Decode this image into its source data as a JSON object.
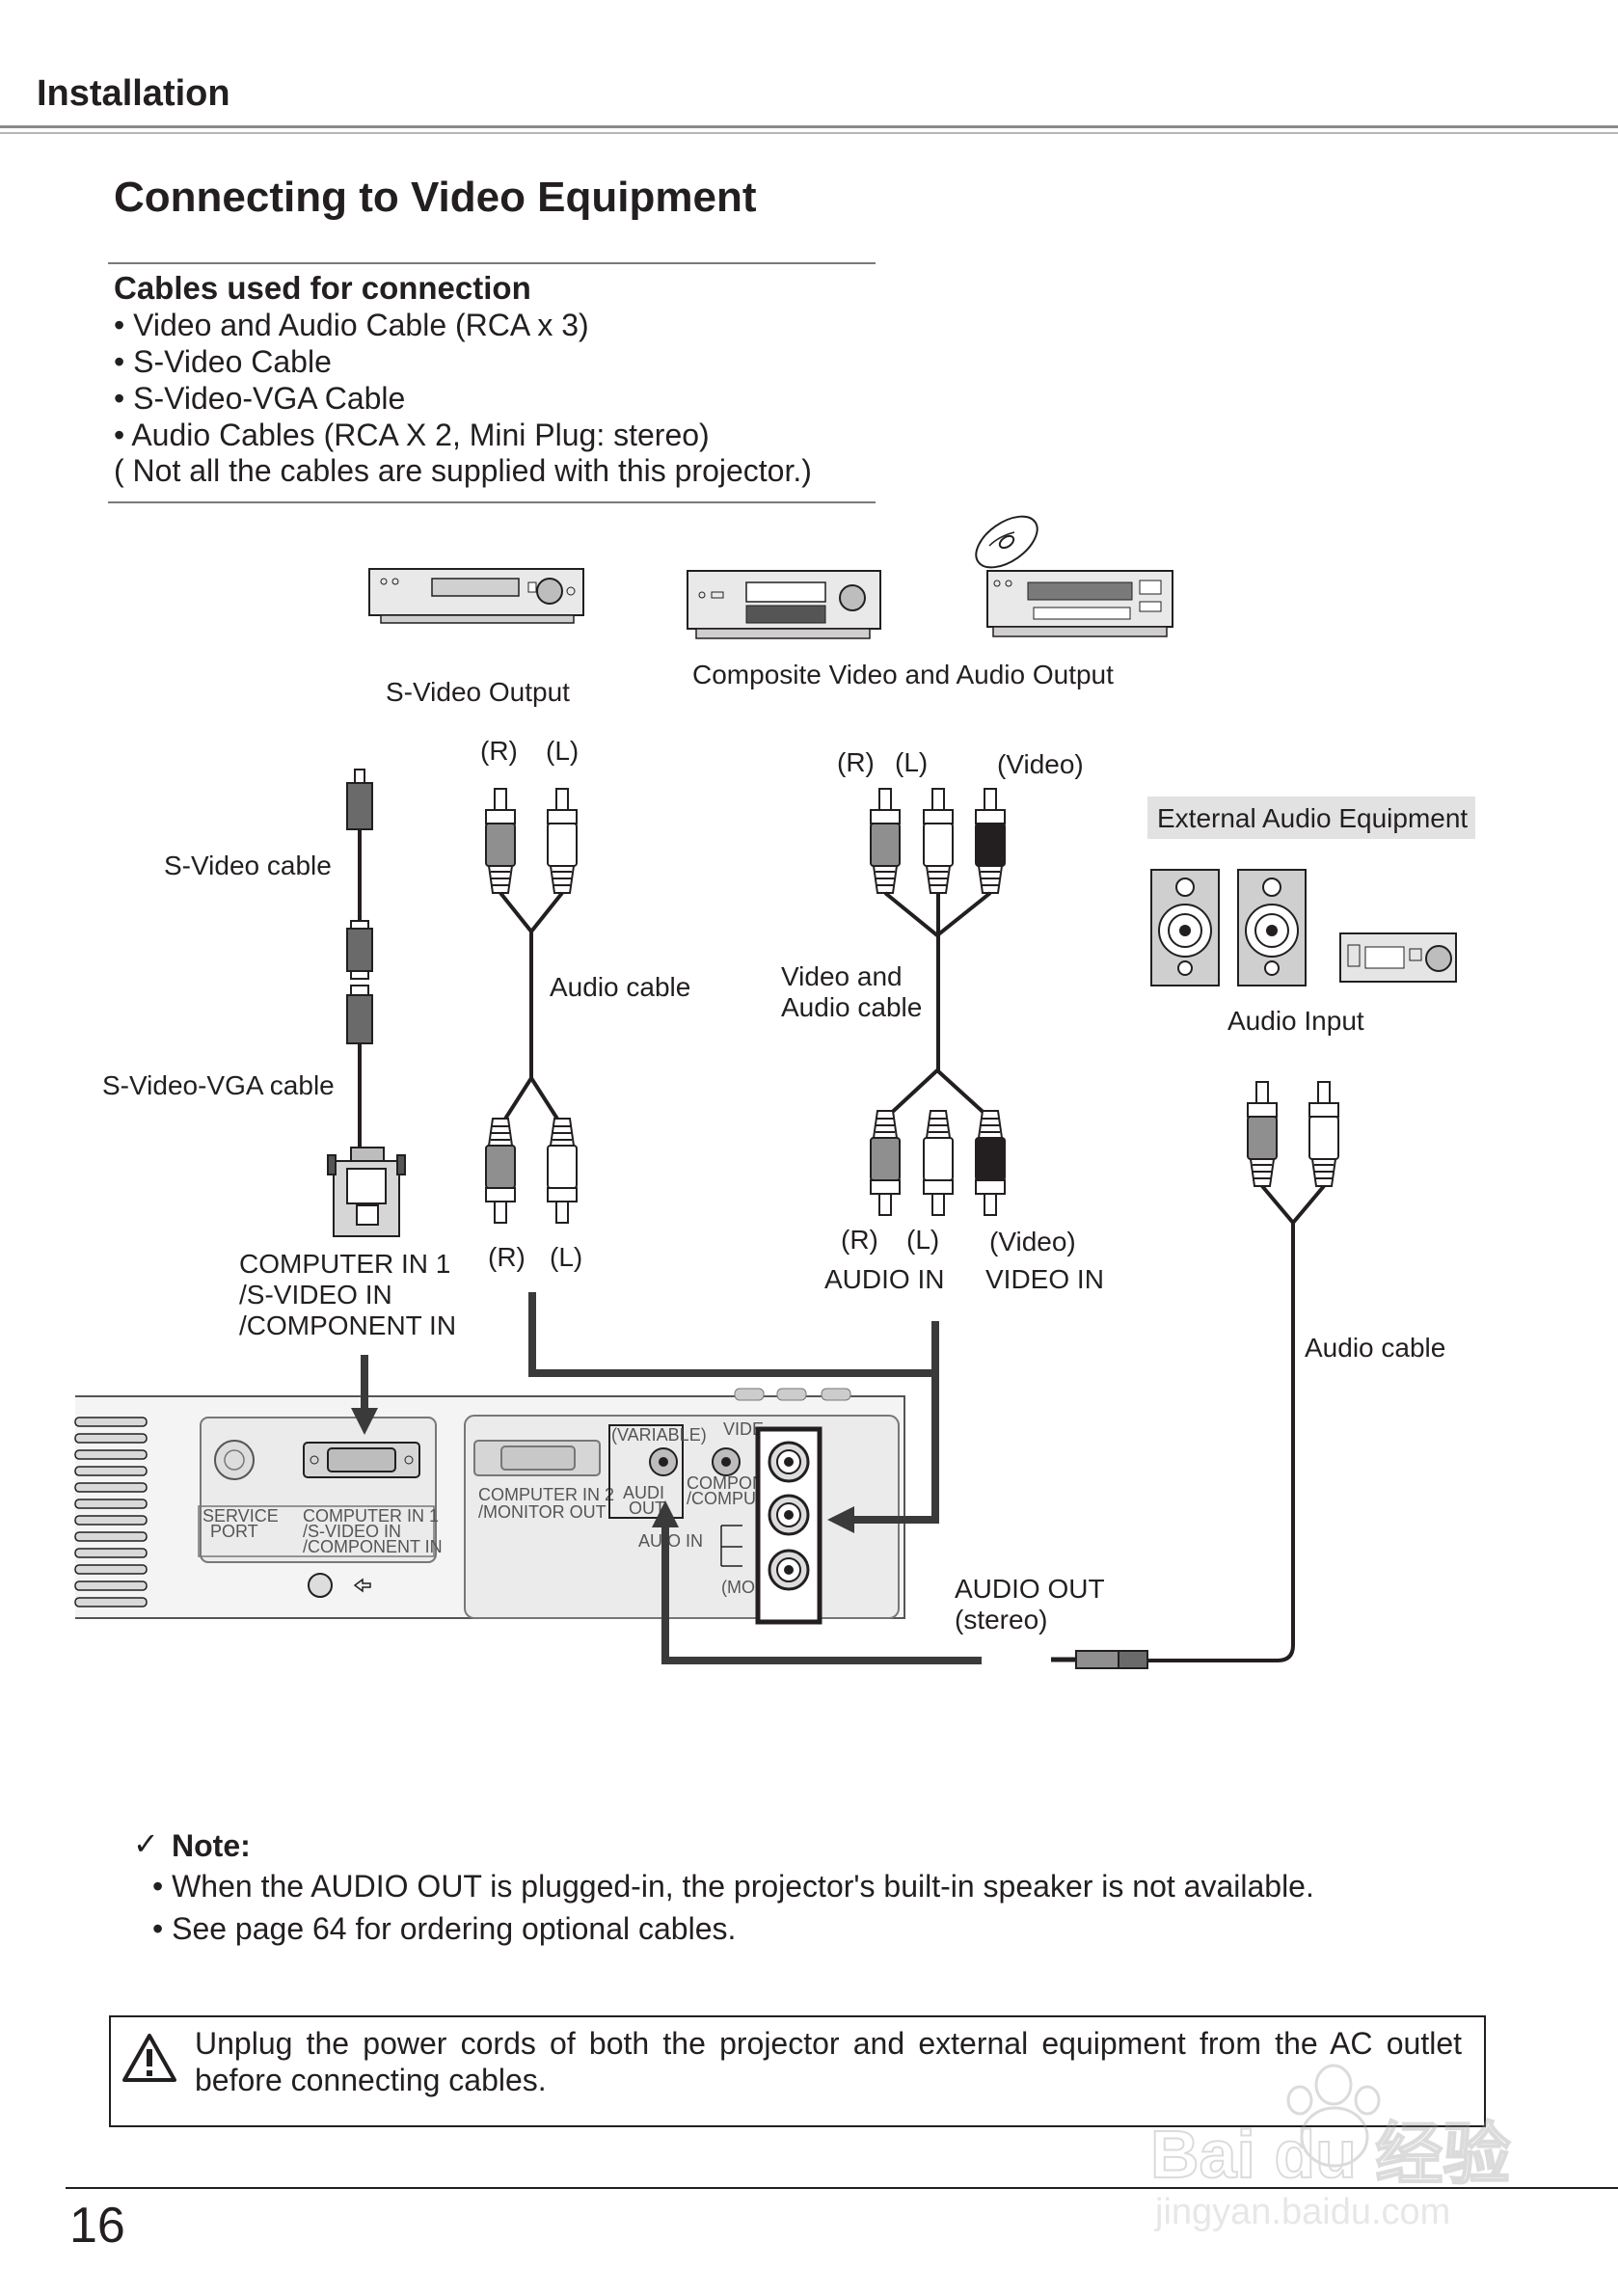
{
  "header": {
    "section": "Installation"
  },
  "title": "Connecting to Video Equipment",
  "cables": {
    "heading": "Cables used for connection",
    "items": [
      "• Video and Audio Cable (RCA x 3)",
      "• S-Video Cable",
      "• S-Video-VGA Cable",
      "• Audio Cables (RCA X 2, Mini Plug: stereo)"
    ],
    "footnote": "( Not all the cables are supplied with this projector.)"
  },
  "diagram": {
    "svideo_output": "S-Video Output",
    "composite_output": "Composite Video and Audio Output",
    "external_audio": "External Audio Equipment",
    "audio_input": "Audio Input",
    "svideo_cable": "S-Video cable",
    "svideo_vga_cable": "S-Video-VGA cable",
    "audio_cable": "Audio cable",
    "video_audio_cable_1": "Video and",
    "video_audio_cable_2": "Audio cable",
    "audio_cable_right": "Audio cable",
    "r": "(R)",
    "l": "(L)",
    "video": "(Video)",
    "computer_in_1": "COMPUTER IN 1",
    "computer_in_2": "/S-VIDEO IN",
    "computer_in_3": "/COMPONENT IN",
    "audio_in": "AUDIO IN",
    "video_in": "VIDEO IN",
    "audio_out_1": "AUDIO OUT",
    "audio_out_2": "(stereo)",
    "panel": {
      "service_port_1": "SERVICE",
      "service_port_2": "PORT",
      "comp_in1_1": "COMPUTER  IN  1",
      "comp_in1_2": "/S-VIDEO  IN",
      "comp_in1_3": "/COMPONENT  IN",
      "comp_in2_1": "COMPUTER IN 2",
      "comp_in2_2": "/MONITOR OUT",
      "variable": "(VARIABLE)",
      "audio_1": "AUDI",
      "audio_2": "OUT",
      "video": "VIDE",
      "component_1": "COMPONE",
      "component_2": "/COMPUTI",
      "audio_in": "AU    O  IN",
      "mono": "(MON"
    }
  },
  "note": {
    "check": "✓",
    "title": "Note:",
    "items": [
      "• When the AUDIO OUT is plugged-in, the projector's built-in speaker is not available.",
      "• See page 64 for ordering optional cables."
    ]
  },
  "warning": "Unplug the power cords of both the projector and external equipment from the AC outlet before connecting cables.",
  "page_number": "16",
  "watermark": {
    "brand": "Bai du 经验",
    "url": "jingyan.baidu.com"
  }
}
